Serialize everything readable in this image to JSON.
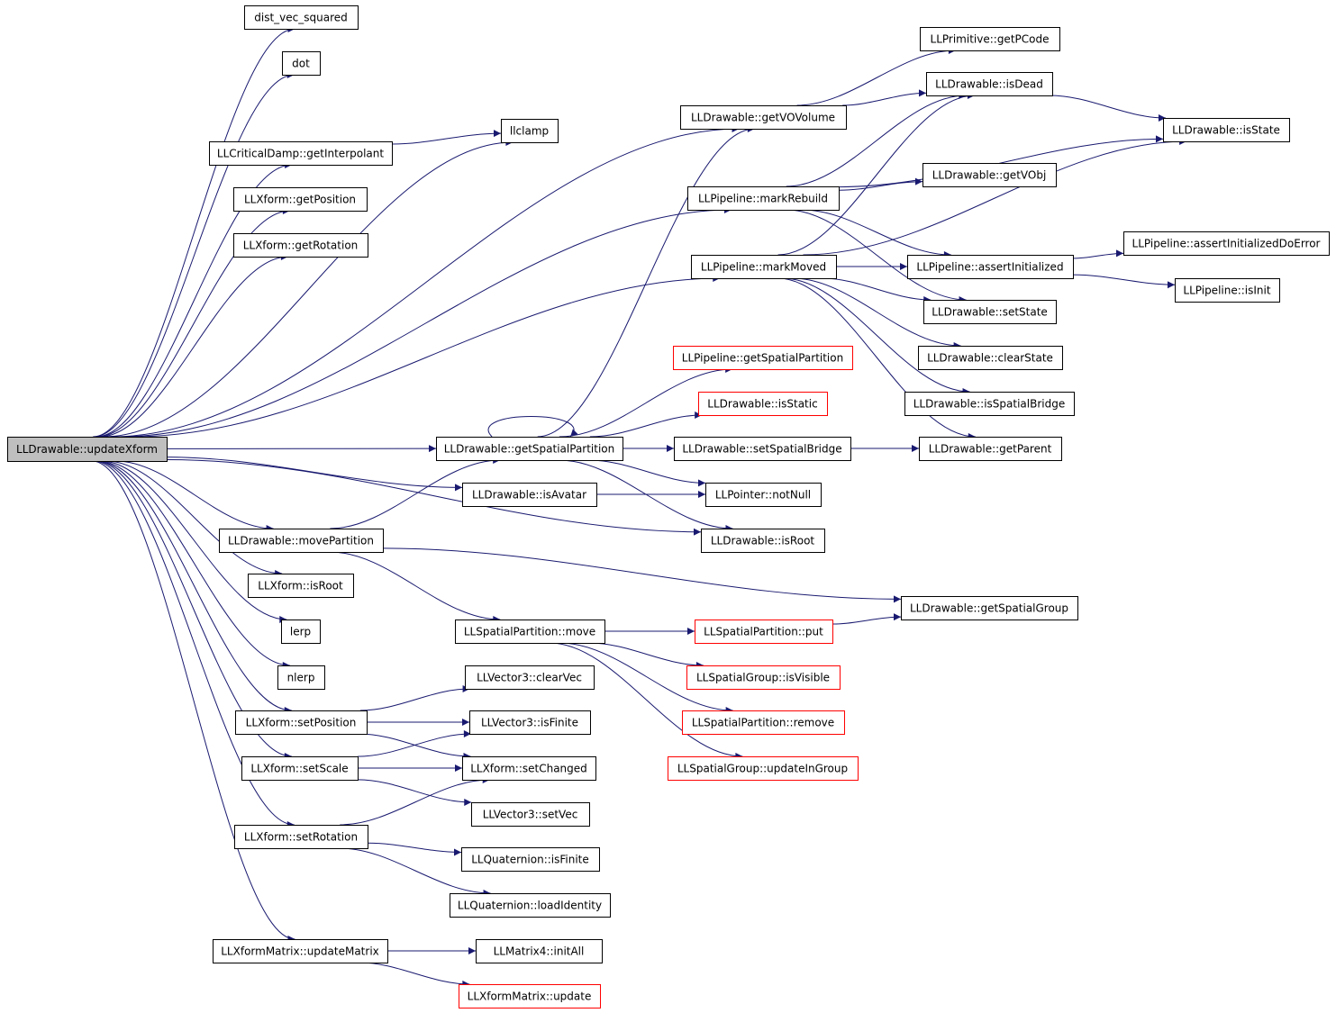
{
  "colors": {
    "edge": "#191970",
    "node_border": "#000000",
    "node_border_undocumented": "#ff0000",
    "root_fill": "#bfbfbf"
  },
  "nodes": [
    {
      "id": "updateXform",
      "label": "LLDrawable::updateXform",
      "root": true
    },
    {
      "id": "dist_vec_squared",
      "label": "dist_vec_squared"
    },
    {
      "id": "dot",
      "label": "dot"
    },
    {
      "id": "llclamp",
      "label": "llclamp"
    },
    {
      "id": "getInterpolant",
      "label": "LLCriticalDamp::getInterpolant"
    },
    {
      "id": "getPosition",
      "label": "LLXform::getPosition"
    },
    {
      "id": "getRotation",
      "label": "LLXform::getRotation"
    },
    {
      "id": "getVOVolume",
      "label": "LLDrawable::getVOVolume"
    },
    {
      "id": "getPCode",
      "label": "LLPrimitive::getPCode"
    },
    {
      "id": "isDead",
      "label": "LLDrawable::isDead"
    },
    {
      "id": "isState",
      "label": "LLDrawable::isState"
    },
    {
      "id": "markRebuild",
      "label": "LLPipeline::markRebuild"
    },
    {
      "id": "getVObj",
      "label": "LLDrawable::getVObj"
    },
    {
      "id": "markMoved",
      "label": "LLPipeline::markMoved"
    },
    {
      "id": "assertInitialized",
      "label": "LLPipeline::assertInitialized"
    },
    {
      "id": "assertInitializedDoError",
      "label": "LLPipeline::assertInitializedDoError"
    },
    {
      "id": "isInit",
      "label": "LLPipeline::isInit"
    },
    {
      "id": "setState",
      "label": "LLDrawable::setState"
    },
    {
      "id": "clearState",
      "label": "LLDrawable::clearState"
    },
    {
      "id": "isSpatialBridge",
      "label": "LLDrawable::isSpatialBridge"
    },
    {
      "id": "getParent",
      "label": "LLDrawable::getParent"
    },
    {
      "id": "pipeGetSpatialPartition",
      "label": "LLPipeline::getSpatialPartition",
      "undocumented": true
    },
    {
      "id": "isStatic",
      "label": "LLDrawable::isStatic",
      "undocumented": true
    },
    {
      "id": "getSpatialPartition",
      "label": "LLDrawable::getSpatialPartition"
    },
    {
      "id": "setSpatialBridge",
      "label": "LLDrawable::setSpatialBridge"
    },
    {
      "id": "isAvatar",
      "label": "LLDrawable::isAvatar"
    },
    {
      "id": "notNull",
      "label": "LLPointer::notNull"
    },
    {
      "id": "movePartition",
      "label": "LLDrawable::movePartition"
    },
    {
      "id": "isRootDrawable",
      "label": "LLDrawable::isRoot"
    },
    {
      "id": "xformIsRoot",
      "label": "LLXform::isRoot"
    },
    {
      "id": "getSpatialGroup",
      "label": "LLDrawable::getSpatialGroup"
    },
    {
      "id": "lerp",
      "label": "lerp"
    },
    {
      "id": "spMove",
      "label": "LLSpatialPartition::move"
    },
    {
      "id": "spPut",
      "label": "LLSpatialPartition::put",
      "undocumented": true
    },
    {
      "id": "nlerp",
      "label": "nlerp"
    },
    {
      "id": "isVisible",
      "label": "LLSpatialGroup::isVisible",
      "undocumented": true
    },
    {
      "id": "clearVec",
      "label": "LLVector3::clearVec"
    },
    {
      "id": "setPosition",
      "label": "LLXform::setPosition"
    },
    {
      "id": "v3IsFinite",
      "label": "LLVector3::isFinite"
    },
    {
      "id": "spRemove",
      "label": "LLSpatialPartition::remove",
      "undocumented": true
    },
    {
      "id": "setScale",
      "label": "LLXform::setScale"
    },
    {
      "id": "setChanged",
      "label": "LLXform::setChanged"
    },
    {
      "id": "updateInGroup",
      "label": "LLSpatialGroup::updateInGroup",
      "undocumented": true
    },
    {
      "id": "setVec",
      "label": "LLVector3::setVec"
    },
    {
      "id": "setRotation",
      "label": "LLXform::setRotation"
    },
    {
      "id": "qIsFinite",
      "label": "LLQuaternion::isFinite"
    },
    {
      "id": "loadIdentity",
      "label": "LLQuaternion::loadIdentity"
    },
    {
      "id": "updateMatrix",
      "label": "LLXformMatrix::updateMatrix"
    },
    {
      "id": "initAll",
      "label": "LLMatrix4::initAll"
    },
    {
      "id": "xmUpdate",
      "label": "LLXformMatrix::update",
      "undocumented": true
    }
  ],
  "edges": [
    {
      "from": "updateXform",
      "to": "dist_vec_squared"
    },
    {
      "from": "updateXform",
      "to": "dot"
    },
    {
      "from": "updateXform",
      "to": "llclamp"
    },
    {
      "from": "updateXform",
      "to": "getInterpolant"
    },
    {
      "from": "updateXform",
      "to": "getPosition"
    },
    {
      "from": "updateXform",
      "to": "getRotation"
    },
    {
      "from": "updateXform",
      "to": "getVOVolume"
    },
    {
      "from": "updateXform",
      "to": "markRebuild"
    },
    {
      "from": "updateXform",
      "to": "markMoved"
    },
    {
      "from": "updateXform",
      "to": "getSpatialPartition"
    },
    {
      "from": "updateXform",
      "to": "isAvatar"
    },
    {
      "from": "updateXform",
      "to": "isRootDrawable"
    },
    {
      "from": "updateXform",
      "to": "movePartition"
    },
    {
      "from": "updateXform",
      "to": "xformIsRoot"
    },
    {
      "from": "updateXform",
      "to": "lerp"
    },
    {
      "from": "updateXform",
      "to": "nlerp"
    },
    {
      "from": "updateXform",
      "to": "setPosition"
    },
    {
      "from": "updateXform",
      "to": "setScale"
    },
    {
      "from": "updateXform",
      "to": "setRotation"
    },
    {
      "from": "updateXform",
      "to": "updateMatrix"
    },
    {
      "from": "getInterpolant",
      "to": "llclamp"
    },
    {
      "from": "getVOVolume",
      "to": "getPCode"
    },
    {
      "from": "getVOVolume",
      "to": "isDead"
    },
    {
      "from": "isDead",
      "to": "isState"
    },
    {
      "from": "markRebuild",
      "to": "isDead"
    },
    {
      "from": "markRebuild",
      "to": "isState"
    },
    {
      "from": "markRebuild",
      "to": "getVObj"
    },
    {
      "from": "markRebuild",
      "to": "assertInitialized"
    },
    {
      "from": "markRebuild",
      "to": "setState"
    },
    {
      "from": "markMoved",
      "to": "isDead"
    },
    {
      "from": "markMoved",
      "to": "isState"
    },
    {
      "from": "markMoved",
      "to": "assertInitialized"
    },
    {
      "from": "markMoved",
      "to": "setState"
    },
    {
      "from": "markMoved",
      "to": "clearState"
    },
    {
      "from": "markMoved",
      "to": "isSpatialBridge"
    },
    {
      "from": "markMoved",
      "to": "getParent"
    },
    {
      "from": "assertInitialized",
      "to": "assertInitializedDoError"
    },
    {
      "from": "assertInitialized",
      "to": "isInit"
    },
    {
      "from": "getSpatialPartition",
      "to": "getVOVolume"
    },
    {
      "from": "getSpatialPartition",
      "to": "pipeGetSpatialPartition"
    },
    {
      "from": "getSpatialPartition",
      "to": "isStatic"
    },
    {
      "from": "getSpatialPartition",
      "to": "setSpatialBridge"
    },
    {
      "from": "getSpatialPartition",
      "to": "notNull"
    },
    {
      "from": "getSpatialPartition",
      "to": "isRootDrawable"
    },
    {
      "from": "getSpatialPartition",
      "to": "getSpatialPartition"
    },
    {
      "from": "getSpatialPartition",
      "to": "getParent"
    },
    {
      "from": "isAvatar",
      "to": "notNull"
    },
    {
      "from": "movePartition",
      "to": "getSpatialPartition"
    },
    {
      "from": "movePartition",
      "to": "getSpatialGroup"
    },
    {
      "from": "movePartition",
      "to": "spMove"
    },
    {
      "from": "spMove",
      "to": "spPut"
    },
    {
      "from": "spMove",
      "to": "isVisible"
    },
    {
      "from": "spMove",
      "to": "spRemove"
    },
    {
      "from": "spMove",
      "to": "updateInGroup"
    },
    {
      "from": "spPut",
      "to": "getSpatialGroup"
    },
    {
      "from": "setPosition",
      "to": "clearVec"
    },
    {
      "from": "setPosition",
      "to": "v3IsFinite"
    },
    {
      "from": "setPosition",
      "to": "setChanged"
    },
    {
      "from": "setScale",
      "to": "v3IsFinite"
    },
    {
      "from": "setScale",
      "to": "setChanged"
    },
    {
      "from": "setScale",
      "to": "setVec"
    },
    {
      "from": "setRotation",
      "to": "setChanged"
    },
    {
      "from": "setRotation",
      "to": "qIsFinite"
    },
    {
      "from": "setRotation",
      "to": "loadIdentity"
    },
    {
      "from": "updateMatrix",
      "to": "initAll"
    },
    {
      "from": "updateMatrix",
      "to": "xmUpdate"
    }
  ]
}
